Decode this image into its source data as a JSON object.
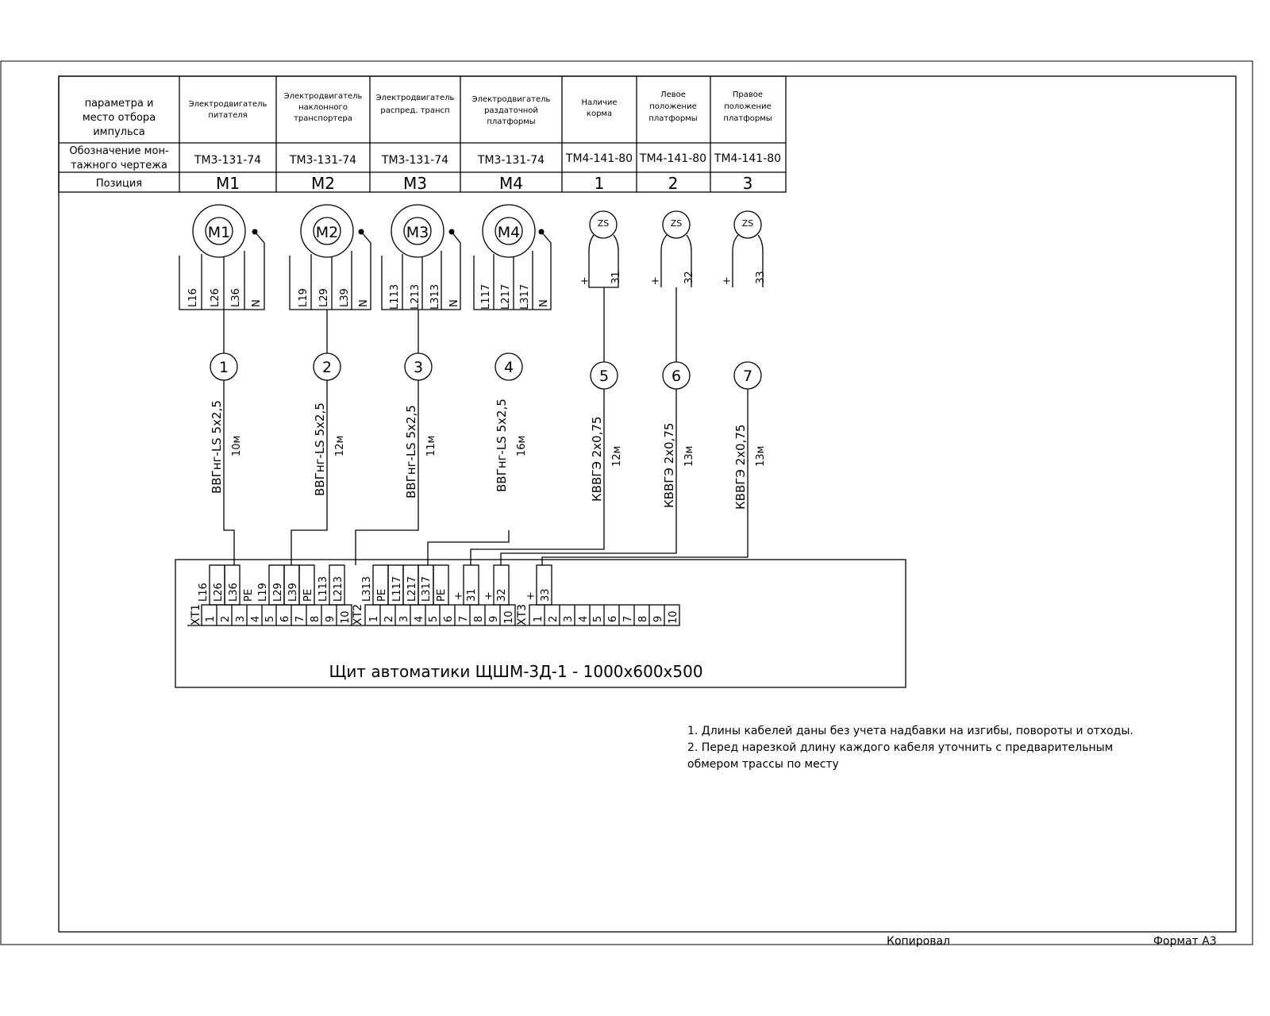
{
  "header_table": {
    "row_labels": {
      "param": [
        "параметра и",
        "место отбора",
        "импульса"
      ],
      "drawing": [
        "Обозначение мон-",
        "тажного чертежа"
      ],
      "position": "Позиция"
    },
    "columns": [
      {
        "name": [
          "Электродвигатель",
          "питателя"
        ],
        "drawing": "ТМ3-131-74",
        "position": "М1"
      },
      {
        "name": [
          "Электродвигатель",
          "наклонного",
          "транспортера"
        ],
        "drawing": "ТМ3-131-74",
        "position": "М2"
      },
      {
        "name": [
          "Электродвигатель",
          "распред. трансп"
        ],
        "drawing": "ТМ3-131-74",
        "position": "М3"
      },
      {
        "name": [
          "Электродвигатель",
          "раздаточной",
          "платформы"
        ],
        "drawing": "ТМ3-131-74",
        "position": "М4"
      },
      {
        "name": [
          "Наличие",
          "корма"
        ],
        "drawing": "ТМ4-141-80",
        "position": "1"
      },
      {
        "name": [
          "Левое",
          "положение",
          "платформы"
        ],
        "drawing": "ТМ4-141-80",
        "position": "2"
      },
      {
        "name": [
          "Правое",
          "положение",
          "платформы"
        ],
        "drawing": "ТМ4-141-80",
        "position": "3"
      }
    ]
  },
  "motors": [
    {
      "label": "М1",
      "terminals": [
        "L16",
        "L26",
        "L36",
        "N"
      ]
    },
    {
      "label": "М2",
      "terminals": [
        "L19",
        "L29",
        "L39",
        "N"
      ]
    },
    {
      "label": "М3",
      "terminals": [
        "L113",
        "L213",
        "L313",
        "N"
      ]
    },
    {
      "label": "М4",
      "terminals": [
        "L117",
        "L217",
        "L317",
        "N"
      ]
    }
  ],
  "sensors": [
    {
      "label": "ZS",
      "plus": "+",
      "wire": "31"
    },
    {
      "label": "ZS",
      "plus": "+",
      "wire": "32"
    },
    {
      "label": "ZS",
      "plus": "+",
      "wire": "33"
    }
  ],
  "cables": [
    {
      "number": "1",
      "type": "ВВГнг-LS 5х2,5",
      "length": "10м"
    },
    {
      "number": "2",
      "type": "ВВГнг-LS 5х2,5",
      "length": "12м"
    },
    {
      "number": "3",
      "type": "ВВГнг-LS 5х2,5",
      "length": "11м"
    },
    {
      "number": "4",
      "type": "ВВГнг-LS 5х2,5",
      "length": "16м"
    },
    {
      "number": "5",
      "type": "КВВГЭ 2х0,75",
      "length": "12м"
    },
    {
      "number": "6",
      "type": "КВВГЭ 2х0,75",
      "length": "13м"
    },
    {
      "number": "7",
      "type": "КВВГЭ 2х0,75",
      "length": "13м"
    }
  ],
  "panel": {
    "title": "Щит автоматики ЩШМ-3Д-1 - 1000х600х500",
    "terminal_blocks": [
      {
        "name": "ХТ1",
        "numbers": [
          "1",
          "2",
          "3",
          "4",
          "5",
          "6",
          "7",
          "8",
          "9",
          "10"
        ],
        "wires": [
          "L16",
          "L26",
          "L36",
          "PE",
          "L19",
          "L29",
          "L39",
          "PE",
          "L113",
          "L213"
        ]
      },
      {
        "name": "ХТ2",
        "numbers": [
          "1",
          "2",
          "3",
          "4",
          "5",
          "6",
          "7",
          "8",
          "9",
          "10"
        ],
        "wires": [
          "L313",
          "PE",
          "L117",
          "L217",
          "L317",
          "PE",
          "+",
          "31",
          "+",
          "32"
        ]
      },
      {
        "name": "ХТ3",
        "numbers": [
          "1",
          "2",
          "3",
          "4",
          "5",
          "6",
          "7",
          "8",
          "9",
          "10"
        ],
        "wires": [
          "+",
          "33",
          "",
          "",
          "",
          "",
          "",
          "",
          "",
          ""
        ]
      }
    ]
  },
  "notes": [
    "1. Длины кабелей даны без учета надбавки на изгибы, повороты и отходы.",
    "2. Перед нарезкой длину каждого кабеля уточнить с предварительным",
    "обмером трассы по месту"
  ],
  "footer": {
    "copied_by": "Копировал",
    "format": "Формат А3"
  }
}
